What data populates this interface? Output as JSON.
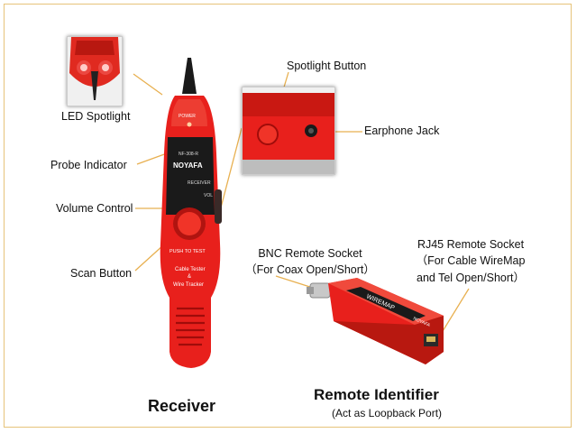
{
  "labels": {
    "led_spotlight": "LED Spotlight",
    "probe_indicator": "Probe Indicator",
    "volume_control": "Volume Control",
    "scan_button": "Scan Button",
    "spotlight_button": "Spotlight Button",
    "earphone_jack": "Earphone Jack",
    "bnc_socket_line1": "BNC Remote Socket",
    "bnc_socket_line2": "（For Coax Open/Short）",
    "rj45_socket_line1": "RJ45 Remote Socket",
    "rj45_socket_line2": "（For Cable WireMap",
    "rj45_socket_line3": "and Tel Open/Short）"
  },
  "receiver": {
    "title": "Receiver",
    "device_text": {
      "power": "POWER",
      "model": "NF-308-R",
      "brand": "NOYAFA",
      "receiver": "RECEIVER",
      "vol": "VOL",
      "push_to_test": "PUSH TO TEST",
      "cable_tester": "Cable Tester",
      "amp": "&",
      "wire_tracker": "Wire Tracker"
    }
  },
  "remote": {
    "title": "Remote Identifier",
    "subtitle": "(Act as Loopback Port)",
    "device_text": {
      "wiremap": "WIREMAP",
      "brand": "NOYAFA"
    }
  },
  "colors": {
    "device_red": "#e8201c",
    "device_dark_red": "#a80e0c",
    "device_black": "#1a1a1a",
    "leader_line": "#e8b050",
    "frame_border": "#e6c37a"
  }
}
